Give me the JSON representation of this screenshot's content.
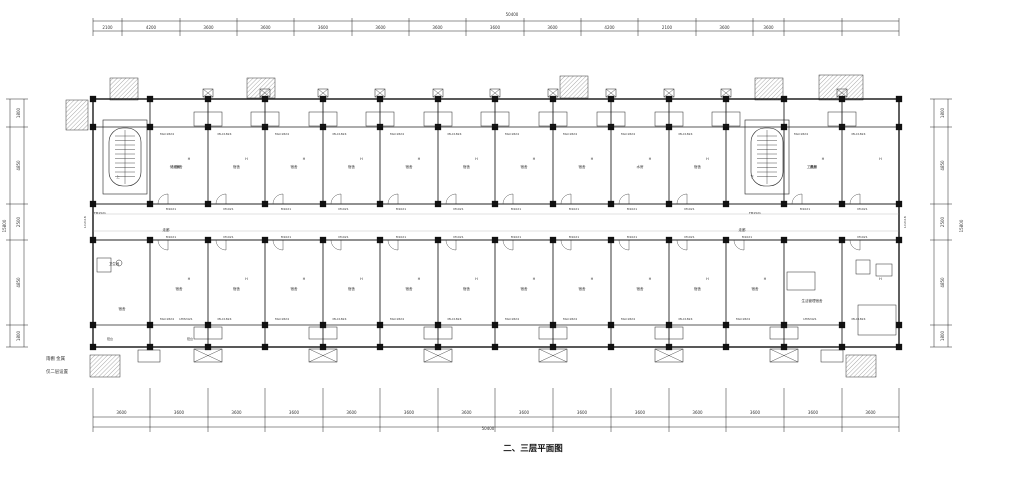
{
  "title": "二、三层平面图",
  "top_dims": {
    "overall": "50400",
    "segments": [
      "2100",
      "4200",
      "3600",
      "3600",
      "3600",
      "3600",
      "3600",
      "3600",
      "3600",
      "4200",
      "2100",
      "3600",
      "3600"
    ]
  },
  "bottom_dims": {
    "overall": "50400",
    "segments": [
      "3600",
      "3600",
      "3600",
      "3600",
      "3600",
      "3600",
      "3600",
      "3600",
      "3600",
      "3600",
      "3600",
      "3600",
      "3600",
      "3600"
    ]
  },
  "left_dims": {
    "overall": "15800",
    "segments": [
      "1800",
      "4850",
      "2500",
      "4850",
      "1800"
    ]
  },
  "right_dims": {
    "overall": "15800",
    "segments": [
      "1800",
      "4850",
      "2500",
      "4850",
      "1800"
    ]
  },
  "north_rooms": [
    "储藏间",
    "宿舍",
    "宿舍",
    "宿舍",
    "宿舍",
    "宿舍",
    "宿舍",
    "宿舍",
    "宿舍",
    "水房",
    "宿舍",
    "工具间",
    "宿舍"
  ],
  "south_rooms": [
    "宿舍",
    "宿舍",
    "宿舍",
    "宿舍",
    "宿舍",
    "宿舍",
    "宿舍",
    "宿舍",
    "宿舍",
    "宿舍",
    "宿舍",
    "宿舍",
    "宿舍"
  ],
  "corridor_labels": [
    "走廊",
    "走廊"
  ],
  "balcony_label": "阳台",
  "stair_labels": [
    "上",
    "下"
  ],
  "door_tags": [
    "M1021",
    "M1021",
    "M1021",
    "M1021",
    "M1021",
    "M1021",
    "M1021",
    "M1021",
    "M1021",
    "M1021",
    "M1021",
    "M1021"
  ],
  "window_tags": [
    "MLC1824",
    "MLC1824",
    "MLC1824",
    "MLC1824",
    "MLC1824",
    "MLC1824",
    "MLC1824",
    "MLC1824",
    "MLC1824"
  ],
  "ltm_tags": [
    "LTM2421",
    "LTM2421"
  ],
  "fm_tags": [
    "FM1521",
    "FM1521"
  ],
  "side_code": "LC2118",
  "toilet_label": "卫生间",
  "duty_room": "宿舍",
  "admin_room": "生活管理宿舍",
  "h_mark": "H",
  "note_lines": [
    "雨棚 金属",
    "仅二层设置"
  ]
}
